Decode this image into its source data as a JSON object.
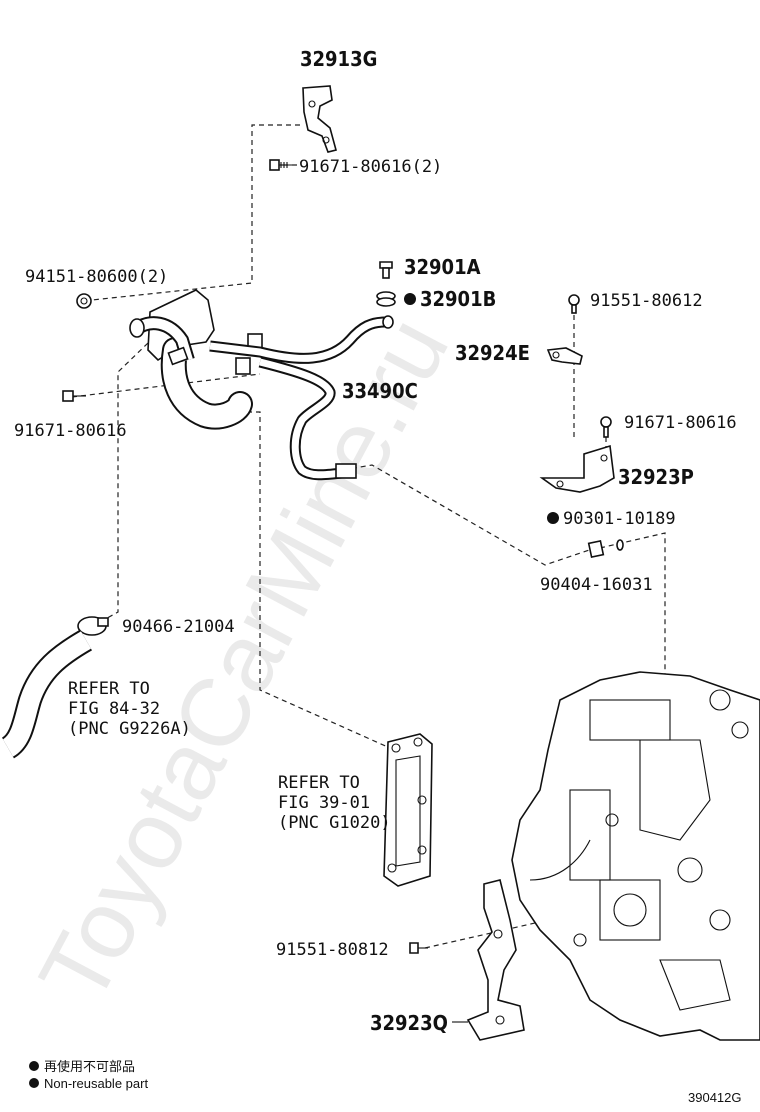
{
  "watermark": "ToyotaCarMine.ru",
  "callouts": {
    "c32913G": "32913G",
    "c91671_80616_2": "91671-80616(2)",
    "c94151_80600_2": "94151-80600(2)",
    "c32901A": "32901A",
    "c32901B": "32901B",
    "c91551_80612": "91551-80612",
    "c32924E": "32924E",
    "c33490C": "33490C",
    "c91671_80616": "91671-80616",
    "c91671_80616_b": "91671-80616",
    "c32923P": "32923P",
    "c90301_10189": "90301-10189",
    "c90404_16031": "90404-16031",
    "c90466_21004": "90466-21004",
    "c91551_80812": "91551-80812",
    "c32923Q": "32923Q"
  },
  "refer_hose": {
    "line1": "REFER TO",
    "line2": "FIG 84-32",
    "line3": "(PNC G9226A)"
  },
  "refer_cover": {
    "line1": "REFER TO",
    "line2": "FIG 39-01",
    "line3": "(PNC G1020)"
  },
  "legend": {
    "jp": "再使用不可部品",
    "en": "Non-reusable part"
  },
  "figure_id": "390412G"
}
